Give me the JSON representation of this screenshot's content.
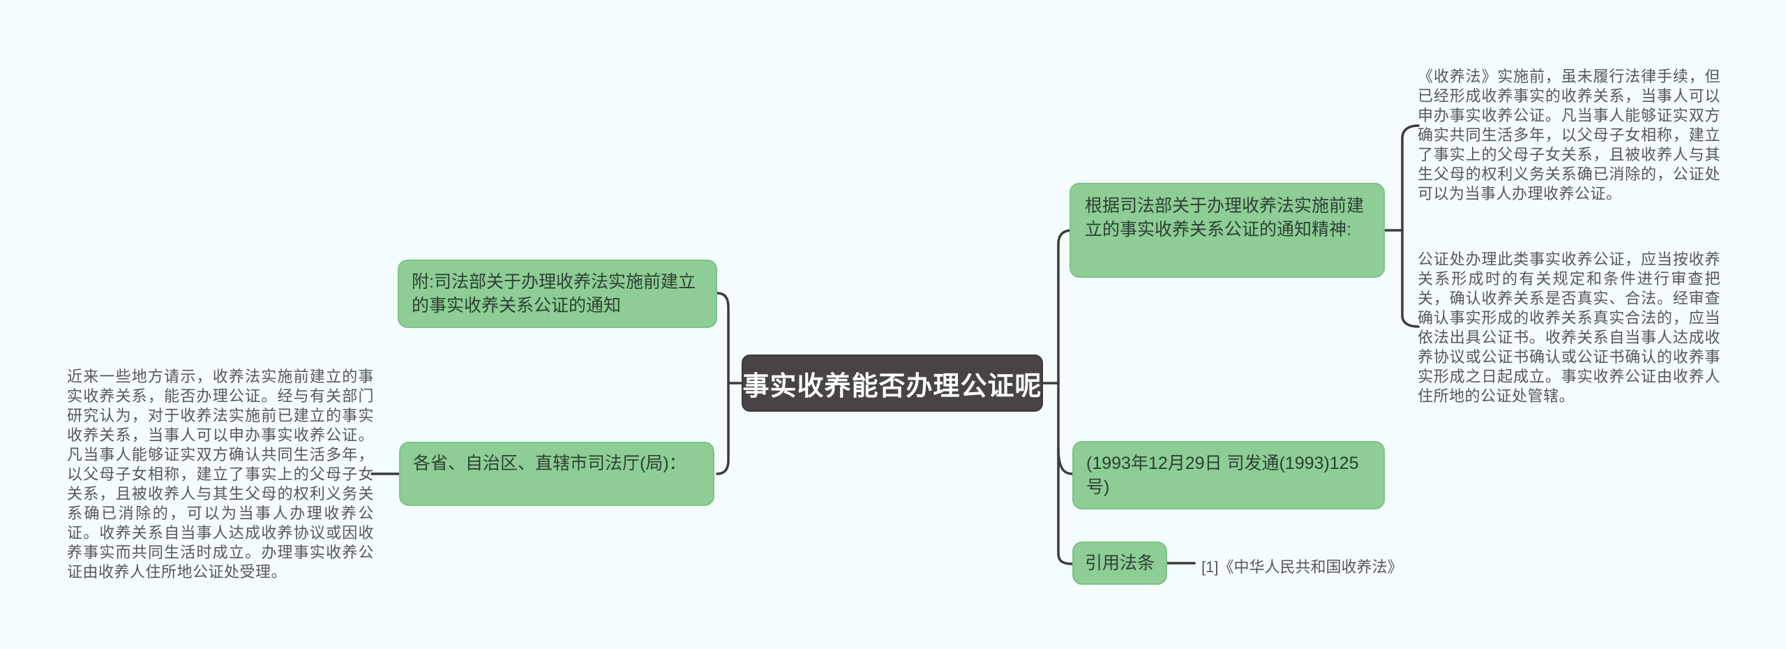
{
  "page": {
    "background": "#f4fcfd"
  },
  "colors": {
    "node_green_fill": "#8ecd95",
    "node_green_border": "#7cc487",
    "node_green_text": "#2c4034",
    "root_fill": "#474443",
    "root_text": "#ffffff",
    "connector": "#3b3b3b",
    "paragraph_text": "#55585c"
  },
  "mindmap": {
    "root": {
      "label": "事实收养能否办理公证呢"
    },
    "left_branch": {
      "notice_box": {
        "label": "附:司法部关于办理收养法实施前建立的事实收养关系公证的通知"
      },
      "department_box": {
        "label": "各省、自治区、直辖市司法厅(局)："
      },
      "paragraph": "近来一些地方请示，收养法实施前建立的事实收养关系，能否办理公证。经与有关部门研究认为，对于收养法实施前已建立的事实收养关系，当事人可以申办事实收养公证。凡当事人能够证实双方确认共同生活多年，以父母子女相称，建立了事实上的父母子女关系，且被收养人与其生父母的权利义务关系确已消除的，可以为当事人办理收养公证。收养关系自当事人达成收养协议或因收养事实而共同生活时成立。办理事实收养公证由收养人住所地公证处受理。"
    },
    "right_branch": {
      "basis_box": {
        "label": "根据司法部关于办理收养法实施前建立的事实收养关系公证的通知精神:"
      },
      "date_box": {
        "label": "(1993年12月29日 司发通(1993)125号)"
      },
      "cite_box": {
        "label": "引用法条"
      },
      "citation_text": "[1]《中华人民共和国收养法》",
      "paragraph_top": "《收养法》实施前，虽未履行法律手续，但已经形成收养事实的收养关系，当事人可以申办事实收养公证。凡当事人能够证实双方确实共同生活多年，以父母子女相称，建立了事实上的父母子女关系，且被收养人与其生父母的权利义务关系确已消除的，公证处可以为当事人办理收养公证。",
      "paragraph_bottom": "公证处办理此类事实收养公证，应当按收养关系形成时的有关规定和条件进行审查把关，确认收养关系是否真实、合法。经审查确认事实形成的收养关系真实合法的，应当依法出具公证书。收养关系自当事人达成收养协议或公证书确认或公证书确认的收养事实形成之日起成立。事实收养公证由收养人住所地的公证处管辖。"
    }
  }
}
